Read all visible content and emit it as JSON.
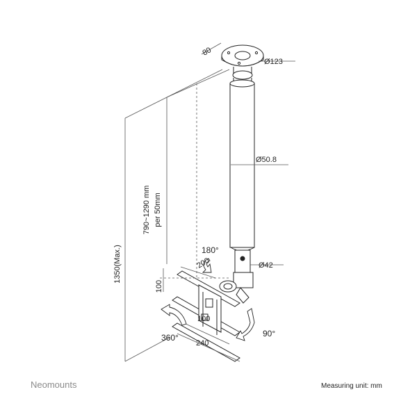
{
  "labels": {
    "plate_side": "80",
    "plate_diameter": "Ø123",
    "tube_diameter": "Ø50.8",
    "joint_diameter": "Ø42",
    "max_height": "1350(Max.)",
    "range_line1": "790~1290 mm",
    "range_line2": "per 50mm",
    "tilt": "180°",
    "vesa_width_top": "200",
    "vesa_height": "100",
    "vesa_width_inner": "100",
    "vesa_width_bottom": "240",
    "swivel": "360°",
    "rotate": "90°"
  },
  "footer": {
    "brand": "Neomounts",
    "unit_note": "Measuring unit: mm"
  },
  "colors": {
    "line": "#222222",
    "dim_line": "#555555",
    "brand": "#8a8a8a"
  }
}
